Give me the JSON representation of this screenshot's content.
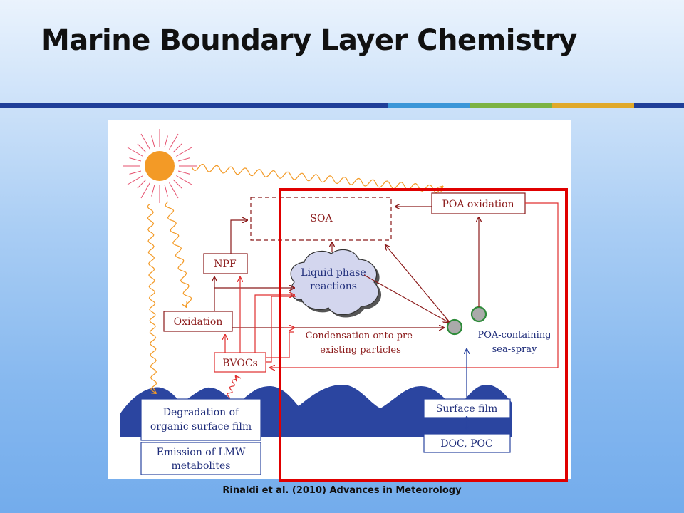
{
  "slide": {
    "title": "Marine Boundary Layer Chemistry",
    "caption": "Rinaldi et al. (2010) Advances in Meteorology"
  },
  "colors": {
    "accent_bar": [
      "#1f3f99",
      "#3a96d8",
      "#7cb342",
      "#e0a92a",
      "#1f3f99"
    ],
    "diagram_lines": "#8b1a1a",
    "ocean": "#2b45a0",
    "highlight_box": "#e00000",
    "sun": "#f39a26"
  },
  "diagram": {
    "soa": "SOA",
    "poa_oxidation": "POA oxidation",
    "npf": "NPF",
    "liquid_phase": [
      "Liquid phase",
      "reactions"
    ],
    "oxidation": "Oxidation",
    "condensation": [
      "Condensation onto pre-",
      "existing particles"
    ],
    "poa_sea_spray": [
      "POA-containing",
      "sea-spray"
    ],
    "bvocs": "BVOCs",
    "surface_film": "Surface film",
    "doc_poc": "DOC, POC",
    "degradation": [
      "Degradation of",
      "organic surface film"
    ],
    "emission": [
      "Emission of LMW",
      "metabolites"
    ]
  }
}
